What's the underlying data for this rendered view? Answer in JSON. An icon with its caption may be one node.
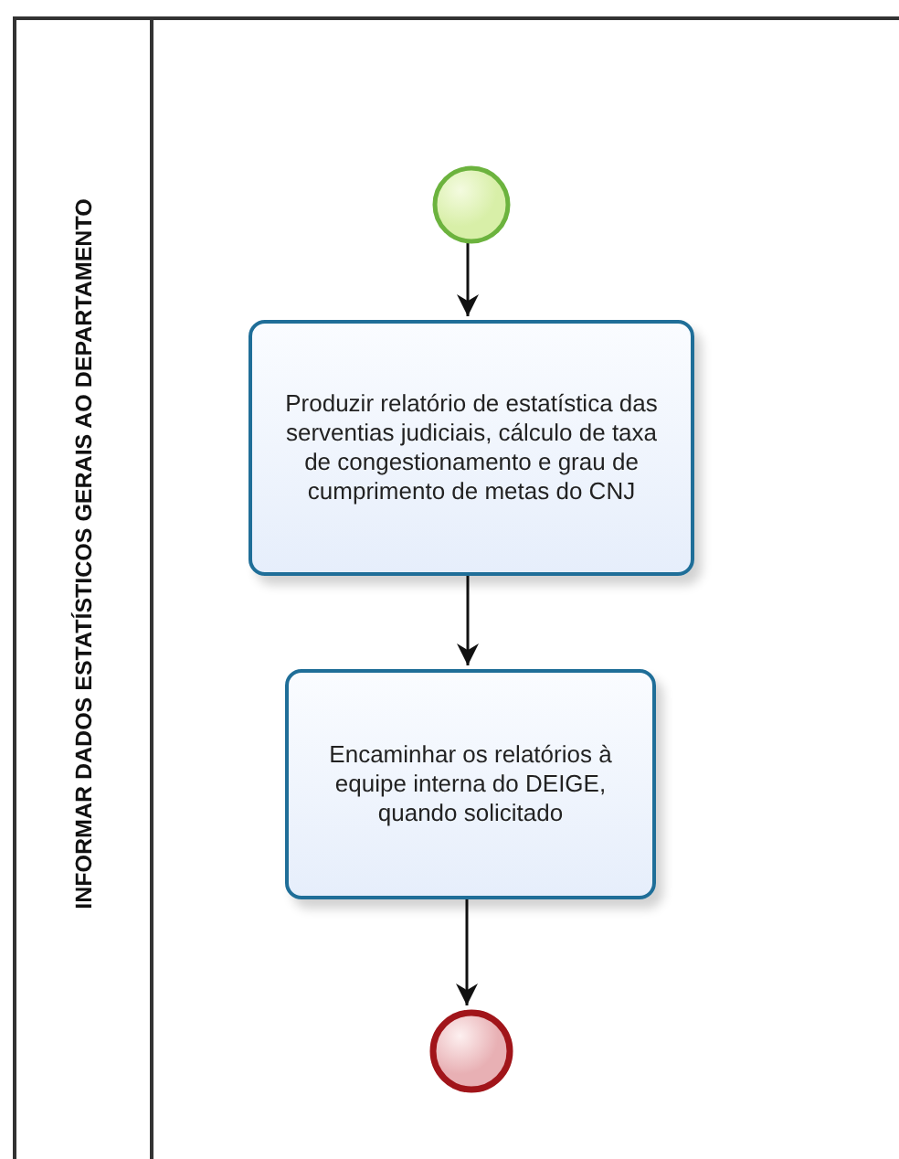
{
  "diagram": {
    "nodes": [
      {
        "text": [
          "INFORMAR DADOS ESTATÍSTICOS GERAIS AO DEPARTAMENTO"
        ]
      },
      {
        "text": [],
        "shape": "circle",
        "in": 0
      },
      {
        "text": [
          "Produzir relatório de estatística das serventias judiciais, cálculo de taxa de congestionamento e grau de cumprimento de metas do CNJ"
        ],
        "in": 0
      },
      {
        "text": [
          "Encaminhar os relatórios à equipe interna do DEIGE, quando solicitado"
        ],
        "in": 0
      },
      {
        "text": [],
        "shape": "circle",
        "in": 0
      }
    ],
    "edges": [
      {
        "from": 1,
        "to": 2,
        "arrow": "to"
      },
      {
        "from": 2,
        "to": 3,
        "arrow": "to"
      },
      {
        "from": 3,
        "to": 4,
        "arrow": "to"
      }
    ]
  }
}
